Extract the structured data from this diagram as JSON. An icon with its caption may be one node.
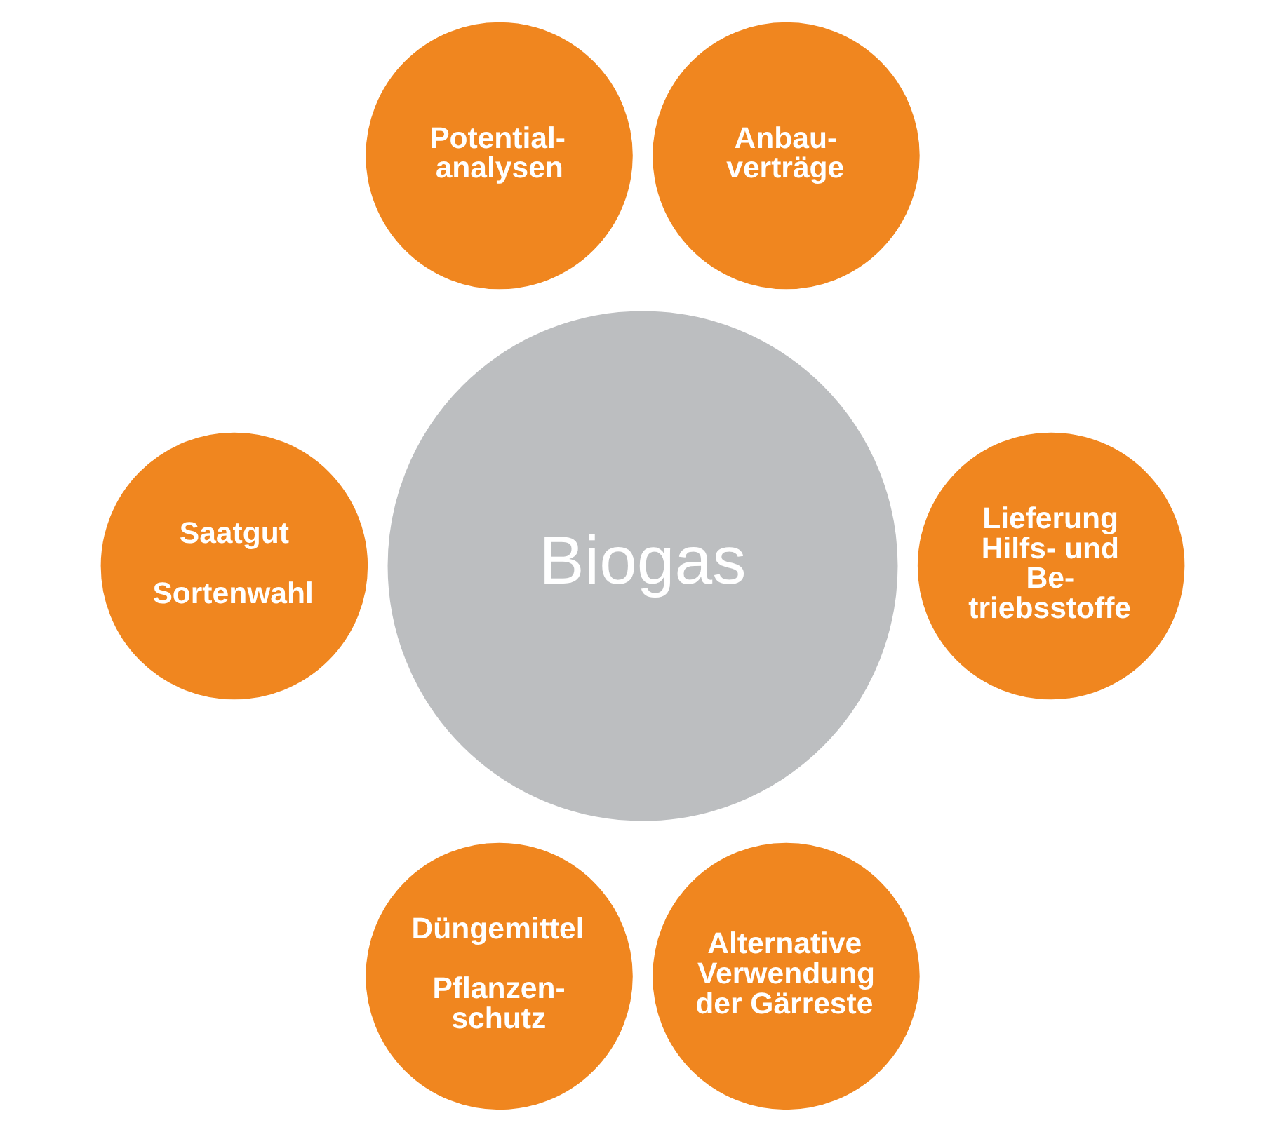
{
  "diagram": {
    "nodes": [
      {
        "text": [
          "Biogas"
        ]
      },
      {
        "text": [
          "Potential- analysen"
        ]
      },
      {
        "text": [
          "Anbau- verträge"
        ]
      },
      {
        "text": [
          "Saatgut",
          "Sortenwahl"
        ]
      },
      {
        "text": [
          "Lieferung Hilfs- und Be- triebsstoffe"
        ]
      },
      {
        "text": [
          "Düngemittel",
          "Pflanzen- schutz"
        ]
      },
      {
        "text": [
          "Alternative Verwendung der Gärreste"
        ]
      }
    ]
  }
}
